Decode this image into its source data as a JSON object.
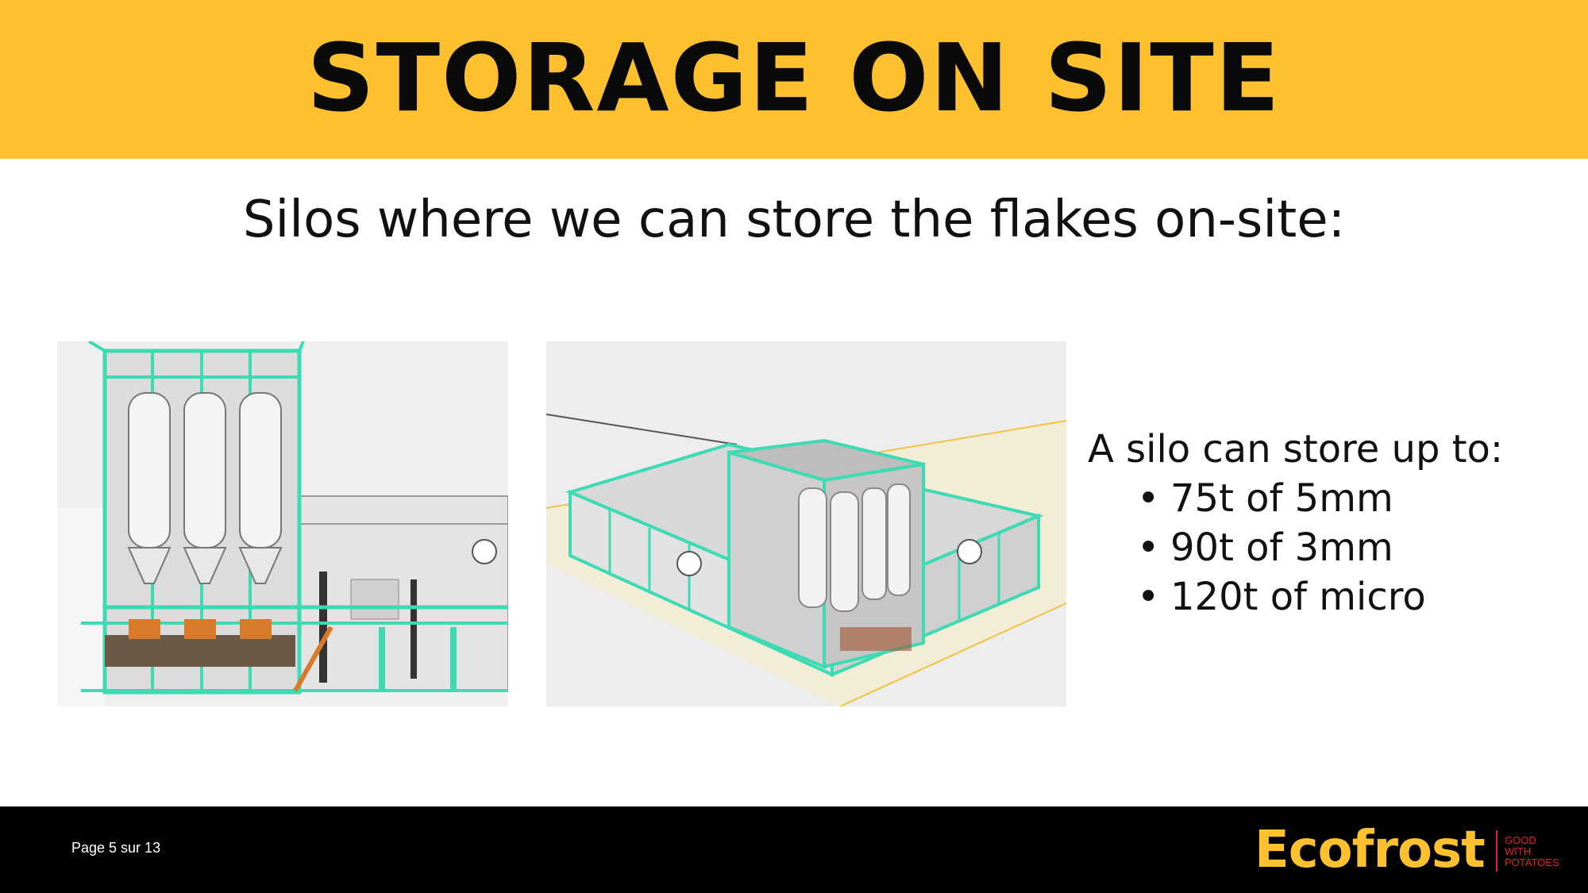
{
  "header": {
    "title": "STORAGE ON SITE"
  },
  "subtitle": "Silos where we can store the flakes on-site:",
  "capacity": {
    "title": "A silo can store up to:",
    "items": [
      "75t of 5mm",
      "90t of 3mm",
      "120t of micro"
    ]
  },
  "footer": {
    "page": "Page 5 sur 13",
    "brand": "Ecofrost",
    "tagline": [
      "GOOD",
      "WITH",
      "POTATOES"
    ]
  },
  "colors": {
    "accent": "#FDC02F",
    "brand_red": "#E2231A",
    "frame": "#3DDBB4"
  }
}
